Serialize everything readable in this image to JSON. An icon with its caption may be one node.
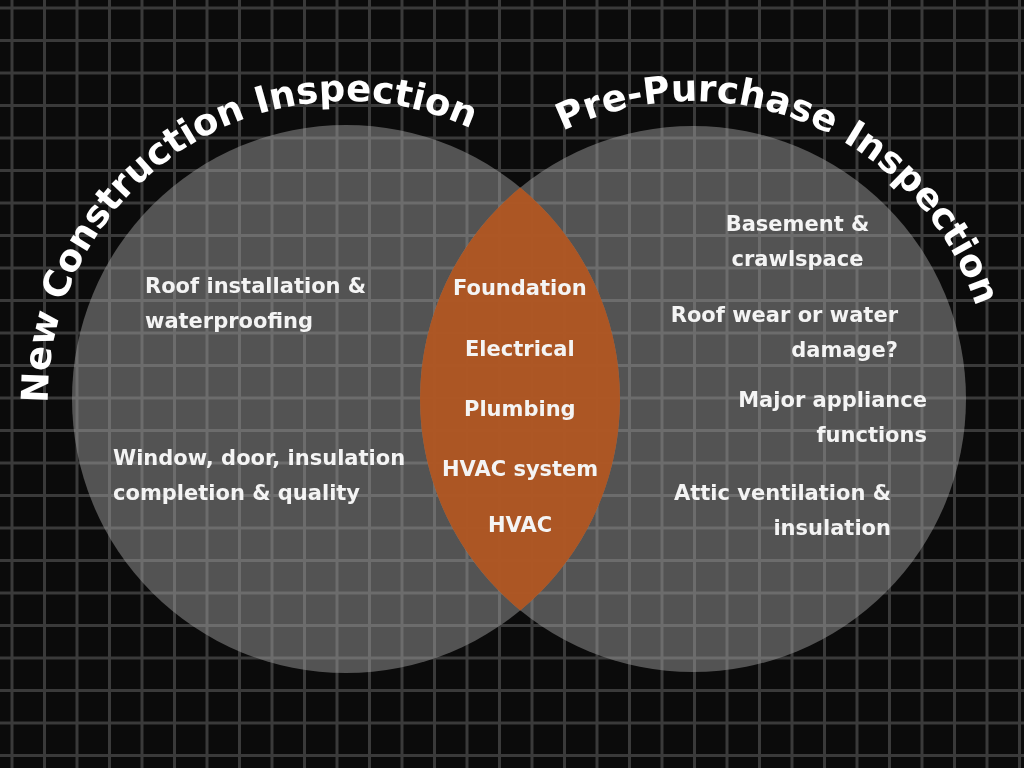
{
  "diagram": {
    "nodes": [
      {
        "text": [
          "New Construction Inspection",
          "Roof installation & waterproofing",
          "Window, door, insulation completion & quality"
        ]
      },
      {
        "text": [
          "Pre-Purchase Inspection",
          "Basement & crawlspace",
          "Roof wear or water damage?",
          "Major appliance functions",
          "Attic ventilation & insulation"
        ]
      },
      {
        "text": [
          "Foundation",
          "Electrical",
          "Plumbing",
          "HVAC system",
          "HVAC"
        ]
      }
    ]
  }
}
